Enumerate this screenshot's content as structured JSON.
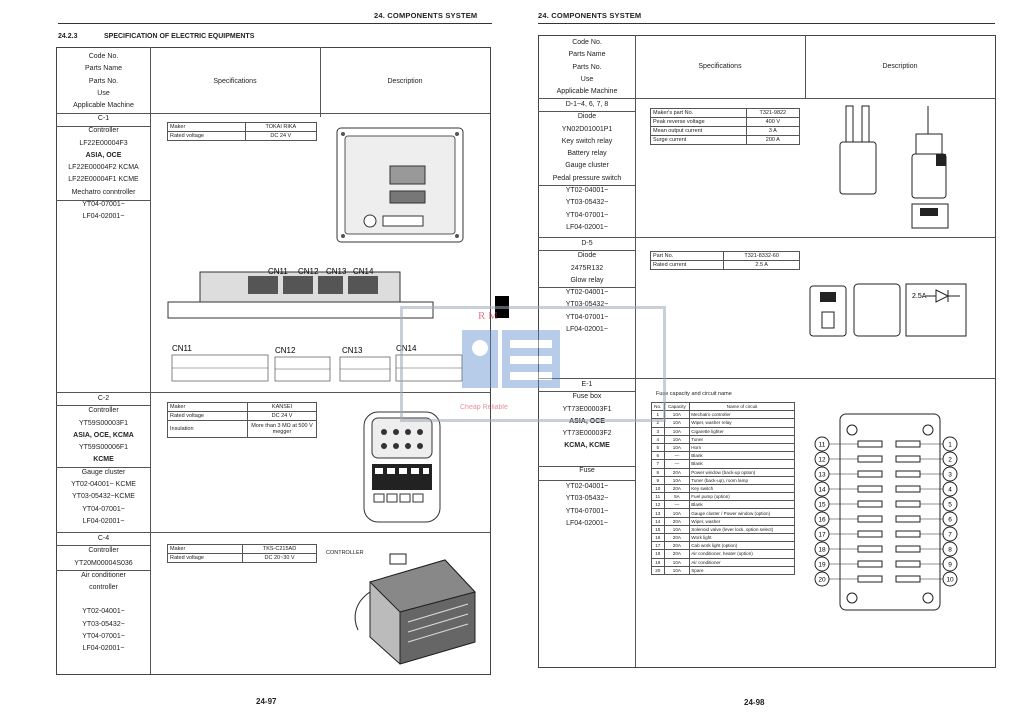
{
  "left_page": {
    "header": "24. COMPONENTS SYSTEM",
    "section_number": "24.2.3",
    "section_title": "SPECIFICATION OF ELECTRIC EQUIPMENTS",
    "col_head_left": [
      "Code No.",
      "Parts Name",
      "Parts No.",
      "Use",
      "Applicable Machine"
    ],
    "col_head_specs": "Specifications",
    "col_head_desc": "Description",
    "row1": {
      "lines": [
        "C-1",
        "Controller",
        "LF22E00004F3",
        "ASIA, OCE",
        "LF22E00004F2 KCMA",
        "LF22E00004F1 KCME",
        "Mechatro conntroller",
        "YT04-07001~",
        "LF04-02001~"
      ],
      "spec": [
        [
          "Maker",
          "TOKAI RIKA"
        ],
        [
          "Rated voltage",
          "DC 24 V"
        ]
      ],
      "connectors": [
        "CN11",
        "CN12",
        "CN13",
        "CN14"
      ]
    },
    "row2": {
      "lines": [
        "C-2",
        "Controller",
        "YT59S00003F1",
        "ASIA, OCE, KCMA",
        "YT59S00006F1",
        "KCME",
        "Gauge cluster",
        "YT02-04001~ KCME",
        "YT03-05432~KCME",
        "YT04-07001~",
        "LF04-02001~"
      ],
      "spec": [
        [
          "Maker",
          "KANSEI"
        ],
        [
          "Rated voltage",
          "DC 24 V"
        ],
        [
          "Insulation",
          "More than 3 MΩ at 500 V megger"
        ]
      ]
    },
    "row3": {
      "lines": [
        "C-4",
        "Controller",
        "YT20M00004S036",
        "Air conditioner",
        "controller",
        "",
        "YT02-04001~",
        "YT03-05432~",
        "YT04-07001~",
        "LF04-02001~"
      ],
      "spec": [
        [
          "Maker",
          "TKS-C215AD"
        ],
        [
          "Rated voltage",
          "DC 20~30 V"
        ]
      ],
      "controller_label": "CONTROLLER"
    },
    "page_number": "24-97"
  },
  "right_page": {
    "header": "24. COMPONENTS SYSTEM",
    "col_head_left": [
      "Code No.",
      "Parts Name",
      "Parts No.",
      "Use",
      "Applicable Machine"
    ],
    "col_head_specs": "Specifications",
    "col_head_desc": "Description",
    "row1": {
      "lines": [
        "D-1~4, 6, 7, 8",
        "Diode",
        "YN02D01001P1",
        "Key switch relay",
        "Battery relay",
        "Gauge cluster",
        "Pedal pressure switch",
        "YT02-04001~",
        "YT03-05432~",
        "YT04-07001~",
        "LF04-02001~"
      ],
      "spec": [
        [
          "Maker's part No.",
          "T321-9822"
        ],
        [
          "Peak reverse voltage",
          "400 V"
        ],
        [
          "Mean output current",
          "3 A"
        ],
        [
          "Surge current",
          "200 A"
        ]
      ]
    },
    "row2": {
      "lines": [
        "D-5",
        "Diode",
        "2475R132",
        "Glow relay",
        "YT02-04001~",
        "YT03-05432~",
        "YT04-07001~",
        "LF04-02001~"
      ],
      "spec": [
        [
          "Part No.",
          "T321-8332-60"
        ],
        [
          "Rated current",
          "2.5 A"
        ]
      ],
      "diode_label": "2.5A"
    },
    "row3": {
      "lines": [
        "E-1",
        "Fuse box",
        "YT73E00003F1",
        "ASIA, OCE",
        "YT73E00003F2",
        "KCMA, KCME",
        "",
        "Fuse",
        "",
        "YT02-04001~",
        "YT03-05432~",
        "YT04-07001~",
        "LF04-02001~"
      ],
      "fuse_caption": "Fuse capacity and circuit name",
      "fuse_head": [
        "No.",
        "Capacity",
        "Name of circuit"
      ],
      "fuses": [
        [
          "1",
          "10A",
          "Mechatro controller"
        ],
        [
          "2",
          "10A",
          "Wiper, washer relay"
        ],
        [
          "3",
          "10A",
          "Cigarette lighter"
        ],
        [
          "4",
          "10A",
          "Tuner"
        ],
        [
          "5",
          "10A",
          "Horn"
        ],
        [
          "6",
          "—",
          "Blank"
        ],
        [
          "7",
          "—",
          "Blank"
        ],
        [
          "8",
          "20A",
          "Power window (back-up option)"
        ],
        [
          "9",
          "10A",
          "Tuner (back-up), room lamp"
        ],
        [
          "10",
          "20A",
          "Key switch"
        ],
        [
          "11",
          "5A",
          "Fuel pump (option)"
        ],
        [
          "12",
          "—",
          "Blank"
        ],
        [
          "13",
          "10A",
          "Gauge cluster / Power window (option)"
        ],
        [
          "14",
          "20A",
          "Wiper, washer"
        ],
        [
          "15",
          "10A",
          "Solenoid valve (lever lock, option select)"
        ],
        [
          "16",
          "20A",
          "Work light"
        ],
        [
          "17",
          "20A",
          "Cab work light (option)"
        ],
        [
          "18",
          "20A",
          "Air conditioner, heater (option)"
        ],
        [
          "19",
          "10A",
          "Air conditioner"
        ],
        [
          "20",
          "10A",
          "Spare"
        ]
      ],
      "left_numbers": [
        "11",
        "12",
        "13",
        "14",
        "15",
        "16",
        "17",
        "18",
        "19",
        "20"
      ],
      "right_numbers": [
        "1",
        "2",
        "3",
        "4",
        "5",
        "6",
        "7",
        "8",
        "9",
        "10"
      ]
    },
    "page_number": "24-98"
  },
  "watermark": {
    "brand": "R M",
    "tagline": "Cheap Reliable"
  }
}
